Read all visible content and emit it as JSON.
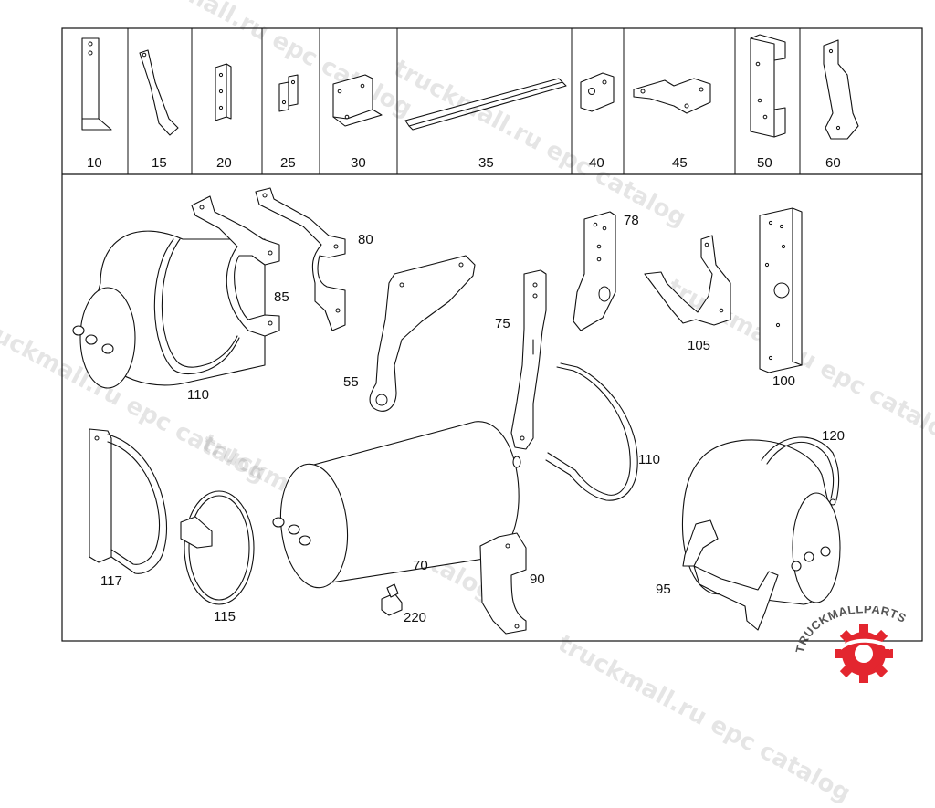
{
  "diagram": {
    "header_labels": [
      "10",
      "15",
      "20",
      "25",
      "30",
      "35",
      "40",
      "45",
      "50",
      "60"
    ],
    "body_labels": {
      "p80": "80",
      "p85": "85",
      "p110a": "110",
      "p55": "55",
      "p75": "75",
      "p78": "78",
      "p105": "105",
      "p100": "100",
      "p110b": "110",
      "p120": "120",
      "p117": "117",
      "p115": "115",
      "p70": "70",
      "p220": "220",
      "p90": "90",
      "p95": "95"
    }
  },
  "watermark": {
    "texts": [
      "truckmall.ru epc catalog",
      "truckmall.ru epc catalog",
      "truckmall.ru epc catalog",
      "truckmall.ru epc catalog",
      "truckmall.ru epc catalog",
      "truckmall.ru epc catalog"
    ]
  },
  "logo": {
    "text": "TRUCKMALLPARTS",
    "accent": "#e3262f"
  }
}
